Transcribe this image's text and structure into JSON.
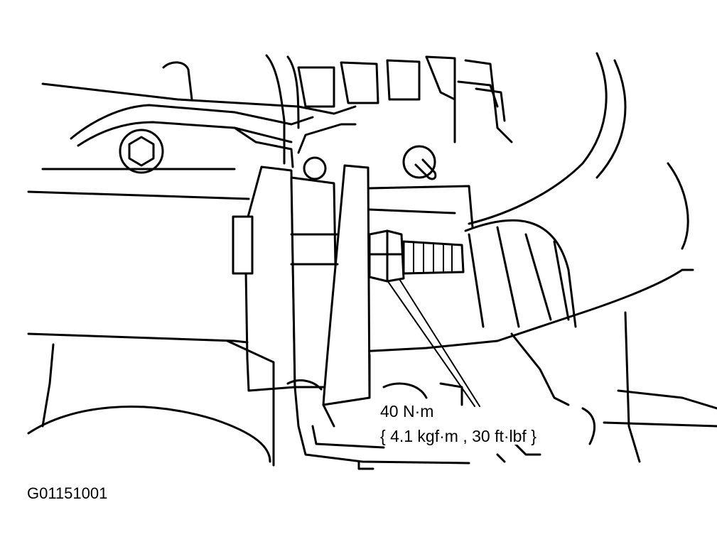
{
  "callout": {
    "torque_nm": "40 N·m",
    "torque_alt": "{ 4.1 kgf·m , 30 ft·lbf }"
  },
  "figure": {
    "code": "G01151001"
  }
}
